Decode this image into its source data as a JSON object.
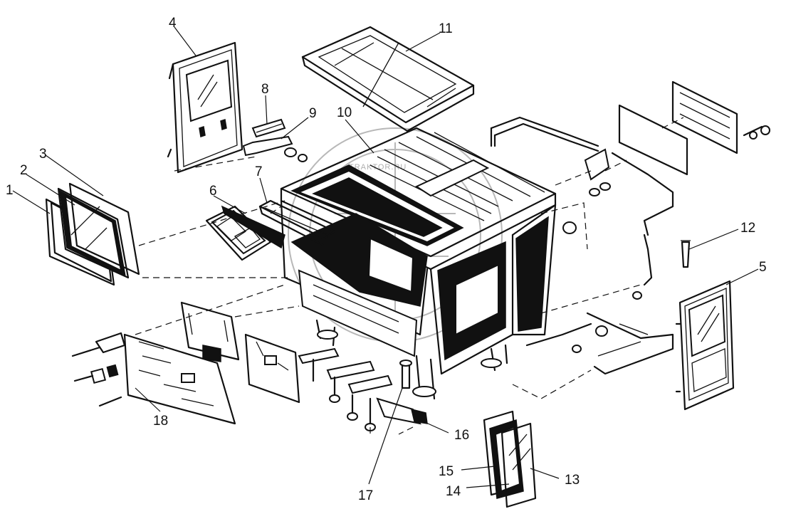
{
  "watermark": {
    "text": "TRAKTOR.RU"
  },
  "callouts": [
    {
      "id": "1",
      "label": "1"
    },
    {
      "id": "2",
      "label": "2"
    },
    {
      "id": "3",
      "label": "3"
    },
    {
      "id": "4",
      "label": "4"
    },
    {
      "id": "5",
      "label": "5"
    },
    {
      "id": "6",
      "label": "6"
    },
    {
      "id": "7",
      "label": "7"
    },
    {
      "id": "8",
      "label": "8"
    },
    {
      "id": "9",
      "label": "9"
    },
    {
      "id": "10",
      "label": "10"
    },
    {
      "id": "11",
      "label": "11"
    },
    {
      "id": "12",
      "label": "12"
    },
    {
      "id": "13",
      "label": "13"
    },
    {
      "id": "14",
      "label": "14"
    },
    {
      "id": "15",
      "label": "15"
    },
    {
      "id": "16",
      "label": "16"
    },
    {
      "id": "17",
      "label": "17"
    },
    {
      "id": "18",
      "label": "18"
    }
  ]
}
